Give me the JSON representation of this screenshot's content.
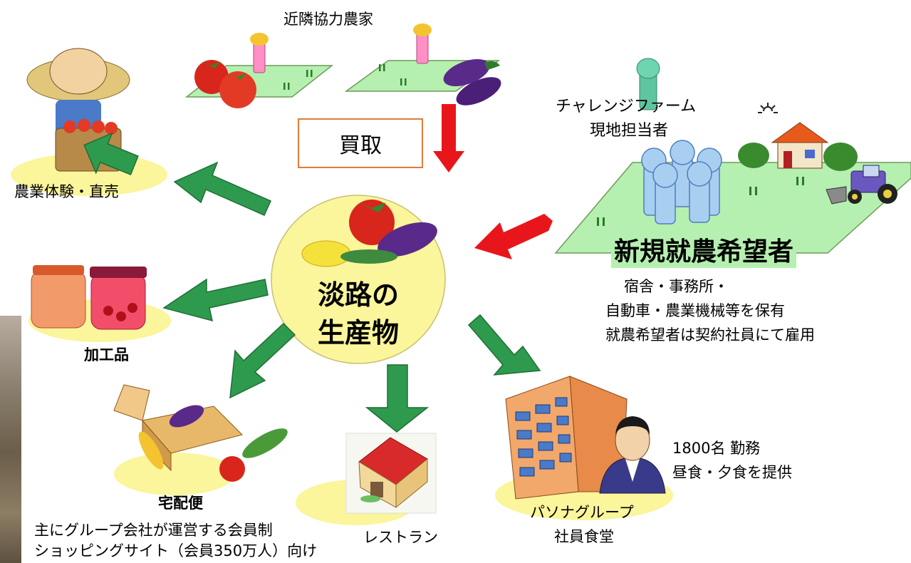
{
  "center": {
    "line1": "淡路の",
    "line2": "生産物"
  },
  "kaitori": "買取",
  "neighbor_farms": "近隣協力農家",
  "challenge_farm": {
    "line1": "チャレンジファーム",
    "line2": "現地担当者"
  },
  "new_farmer": {
    "title": "新規就農希望者",
    "notes": [
      "宿舎・事務所・",
      "自動車・農業機械等を保有",
      "就農希望者は契約社員にて雇用"
    ]
  },
  "farm_experience": "農業体験・直売",
  "processed": "加工品",
  "delivery": {
    "title": "宅配便",
    "notes": [
      "主にグループ会社が運営する会員制",
      "ショッピングサイト（会員350万人）向け"
    ]
  },
  "restaurant": "レストラン",
  "cafeteria": {
    "line1": "パソナグループ",
    "line2": "社員食堂",
    "notes": [
      "1800名 勤務",
      "昼食・夕食を提供"
    ]
  },
  "colors": {
    "flow_arrow": "#2e9a4e",
    "flow_arrow_dark": "#1e6e36",
    "input_arrow": "#e8161b",
    "center_fill": "#fbf59b",
    "field": "#b5f0b0",
    "kaitori_border": "#e07b39"
  },
  "icons": [
    "tomato-icon",
    "eggplant-icon",
    "farmer-icon",
    "jam-jar-icon",
    "delivery-box-icon",
    "restaurant-icon",
    "office-building-icon",
    "businessman-icon",
    "house-icon",
    "tractor-icon",
    "sun-icon"
  ]
}
